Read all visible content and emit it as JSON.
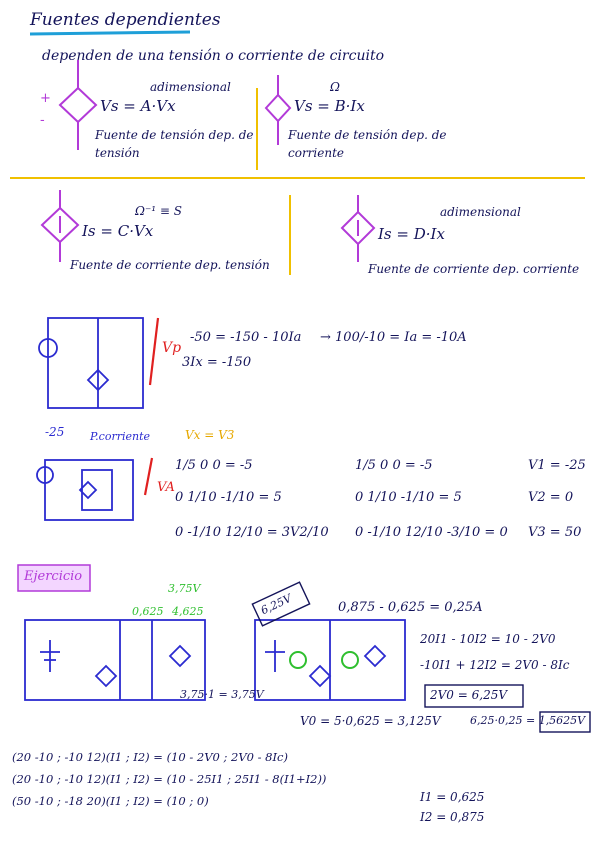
{
  "title": "Fuentes dependientes",
  "intro": "dependen de una tensión o corriente de circuito",
  "sources": [
    {
      "eq": "Vs = A·Vx",
      "note": "adimensional",
      "desc1": "Fuente de tensión dep. de",
      "desc2": "tensión"
    },
    {
      "eq": "Vs = B·Ix",
      "note": "Ω",
      "desc1": "Fuente de tensión dep. de",
      "desc2": "corriente"
    },
    {
      "eq": "Is = C·Vx",
      "note": "Ω⁻¹ ≡ S",
      "desc1": "Fuente de corriente dep. tensión",
      "desc2": ""
    },
    {
      "eq": "Is = D·Ix",
      "note": "adimensional",
      "desc1": "Fuente de corriente dep. corriente",
      "desc2": ""
    }
  ],
  "example1": {
    "eq1": "-50 = -150 - 10Ia",
    "eq1b": "→ 100/-10 = Ia = -10A",
    "eq2": "3Ix = -150",
    "lbl_vp": "Vp",
    "lbl_25": "-25",
    "lbl_corr": "P.corriente",
    "lbl_v": "Vx = V3",
    "lbl_va": "VA"
  },
  "matrix1": {
    "row1": "1/5   0    0   = -5",
    "row2": "0   1/10  -1/10  = 5",
    "row3": "0  -1/10  12/10  = 3V2/10",
    "row1b": "1/5   0    0   = -5",
    "row2b": "0   1/10  -1/10  = 5",
    "row3b": "0  -1/10  12/10 -3/10 = 0",
    "res1": "V1 = -25",
    "res2": "V2 = 0",
    "res3": "V3 = 50"
  },
  "exercise": {
    "label": "Ejercicio",
    "top1": "3,75V",
    "top2": "0,625",
    "top3": "4,625",
    "box1": "6,25V",
    "i_eq": "0,875 - 0,625 = 0,25A",
    "eqA": "20I1 - 10I2 = 10 - 2V0",
    "eqB": "-10I1 + 12I2 = 2V0 - 8Ic",
    "boxed": "2V0 = 6,25V",
    "prod": "3,75·1 = 3,75V",
    "vo": "V0 = 5·0,625 = 3,125V",
    "vo2": "6,25·0,25 = 1,5625V"
  },
  "matrices": {
    "m1": "(20  -10 ; -10  12)(I1 ; I2) = (10 - 2V0 ; 2V0 - 8Ic)",
    "m2": "(20  -10 ; -10  12)(I1 ; I2) = (10 - 25I1 ; 25I1 - 8(I1+I2))",
    "m3": "(50  -10 ; -18  20)(I1 ; I2) = (10 ; 0)",
    "r1": "I1 = 0,625",
    "r2": "I2 = 0,875"
  }
}
